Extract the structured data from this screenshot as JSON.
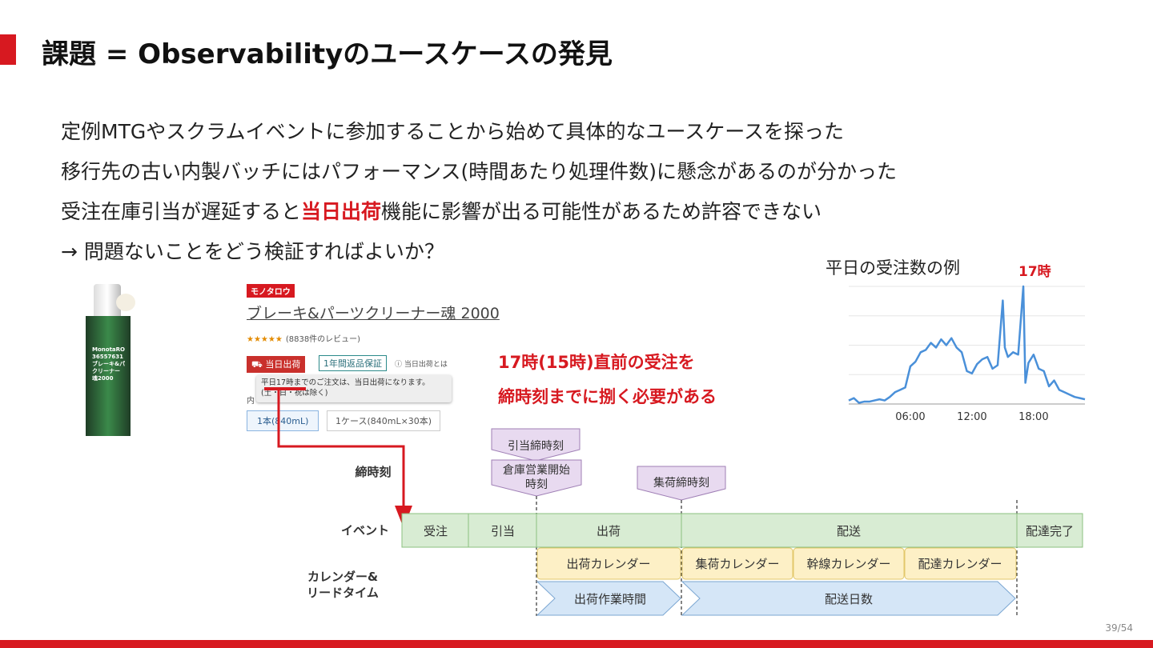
{
  "slide": {
    "title": "課題 = Observabilityのユースケースの発見",
    "page_number": "39/54",
    "accent_color": "#d71920"
  },
  "bullets": [
    {
      "text": "定例MTGやスクラムイベントに参加することから始めて具体的なユースケースを探った"
    },
    {
      "text": "移行先の古い内製バッチにはパフォーマンス(時間あたり処理件数)に懸念があるのが分かった"
    },
    {
      "pre": "受注在庫引当が遅延すると",
      "highlight": "当日出荷",
      "post": "機能に影響が出る可能性があるため許容できない"
    },
    {
      "text": "→ 問題ないことをどう検証すればよいか？"
    }
  ],
  "product_image": {
    "can_label": [
      "MonotaRO",
      "36557631",
      "ブレーキ&パ",
      "クリーナー",
      "魂2000"
    ]
  },
  "product": {
    "logo": "モノタロウ",
    "name": "ブレーキ&パーツクリーナー魂 2000",
    "stars": "★★★★★",
    "review_count": "(8838件のレビュー)",
    "same_day_badge": "当日出荷",
    "return_badge": "1年間返品保証",
    "info_link": "ⓘ 当日出荷とは",
    "tooltip_line1": "平日17時までのご注文は、当日出荷になります。",
    "tooltip_line2": "(土・日・祝は除く)",
    "label_uchi": "内",
    "option1": "1本(840mL)",
    "option2": "1ケース(840mL×30本)"
  },
  "note": {
    "line1": "17時(15時)直前の受注を",
    "line2": "締時刻までに捌く必要がある"
  },
  "chart_data": {
    "type": "line",
    "title": "平日の受注数の例",
    "annotation": "17時",
    "x_ticks": [
      "06:00",
      "12:00",
      "18:00"
    ],
    "x_range": [
      0,
      23
    ],
    "y_range": [
      0,
      100
    ],
    "grid": true,
    "series": [
      {
        "color": "#4a90d9",
        "x": [
          0,
          0.5,
          1,
          1.5,
          2,
          2.5,
          3,
          3.5,
          4,
          4.5,
          5,
          5.5,
          6,
          6.5,
          7,
          7.5,
          8,
          8.5,
          9,
          9.5,
          10,
          10.5,
          11,
          11.5,
          12,
          12.5,
          13,
          13.5,
          14,
          14.5,
          15,
          15.2,
          15.5,
          16,
          16.5,
          17,
          17.2,
          17.5,
          18,
          18.5,
          19,
          19.5,
          20,
          20.5,
          21,
          21.5,
          22,
          22.5,
          23
        ],
        "y": [
          3,
          5,
          1,
          2,
          2,
          3,
          4,
          3,
          6,
          10,
          12,
          14,
          32,
          36,
          44,
          46,
          52,
          48,
          55,
          50,
          56,
          48,
          44,
          28,
          26,
          34,
          38,
          40,
          30,
          33,
          88,
          48,
          40,
          44,
          42,
          100,
          18,
          35,
          42,
          30,
          28,
          15,
          20,
          12,
          10,
          8,
          6,
          5,
          4
        ]
      }
    ]
  },
  "timeline": {
    "row_labels": {
      "deadline": "締時刻",
      "event": "イベント",
      "calendar_line1": "カレンダー&",
      "calendar_line2": "リードタイム"
    },
    "deadline_tags": {
      "hikiate": "引当締時刻",
      "soko_line1": "倉庫営業開始",
      "soko_line2": "時刻",
      "shuka": "集荷締時刻"
    },
    "events": [
      "受注",
      "引当",
      "出荷",
      "配送",
      "配達完了"
    ],
    "calendars": [
      "出荷カレンダー",
      "集荷カレンダー",
      "幹線カレンダー",
      "配達カレンダー"
    ],
    "lead_times": [
      "出荷作業時間",
      "配送日数"
    ],
    "colors": {
      "event_fill": "#d8ecd3",
      "event_stroke": "#8bc07f",
      "calendar_fill": "#fdf0c6",
      "calendar_stroke": "#e2c76a",
      "lead_fill": "#d5e6f7",
      "lead_stroke": "#7aa6d2",
      "tag_fill": "#e8daf0",
      "tag_stroke": "#9f7fb5"
    }
  }
}
